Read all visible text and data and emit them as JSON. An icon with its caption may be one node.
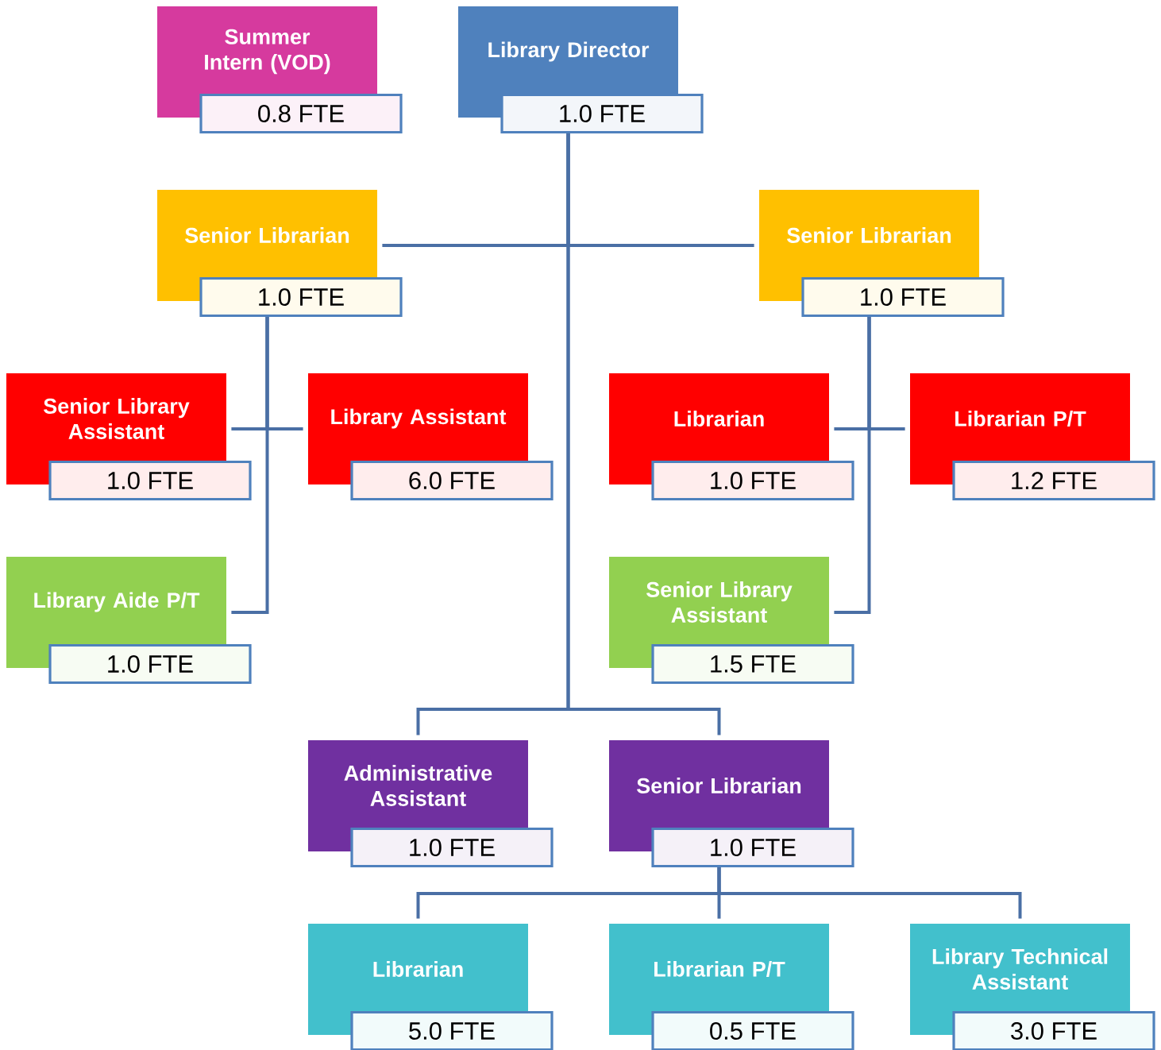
{
  "diagram": {
    "nodes": [
      {
        "text": [
          "Summer Intern (VOD)",
          "0.8 FTE"
        ]
      },
      {
        "text": [
          "Library Director",
          "1.0 FTE"
        ]
      },
      {
        "text": [
          "Senior Librarian",
          "1.0 FTE"
        ]
      },
      {
        "text": [
          "Senior Librarian",
          "1.0 FTE"
        ]
      },
      {
        "text": [
          "Senior Library Assistant",
          "1.0 FTE"
        ]
      },
      {
        "text": [
          "Library Assistant",
          "6.0 FTE"
        ]
      },
      {
        "text": [
          "Librarian",
          "1.0 FTE"
        ]
      },
      {
        "text": [
          "Librarian P/T",
          "1.2 FTE"
        ]
      },
      {
        "text": [
          "Library Aide P/T",
          "1.0 FTE"
        ]
      },
      {
        "text": [
          "Senior Library Assistant",
          "1.5 FTE"
        ]
      },
      {
        "text": [
          "Administrative Assistant",
          "1.0 FTE"
        ]
      },
      {
        "text": [
          "Senior Librarian",
          "1.0 FTE"
        ]
      },
      {
        "text": [
          "Librarian",
          "5.0 FTE"
        ]
      },
      {
        "text": [
          "Librarian P/T",
          "0.5 FTE"
        ]
      },
      {
        "text": [
          "Library Technical Assistant",
          "3.0 FTE"
        ]
      }
    ],
    "edges": [
      {
        "from": 1,
        "to": 2,
        "arrow": "none"
      },
      {
        "from": 1,
        "to": 3,
        "arrow": "none"
      },
      {
        "from": 1,
        "to": 10,
        "arrow": "none"
      },
      {
        "from": 1,
        "to": 11,
        "arrow": "none"
      },
      {
        "from": 2,
        "to": 4,
        "arrow": "none"
      },
      {
        "from": 2,
        "to": 5,
        "arrow": "none"
      },
      {
        "from": 2,
        "to": 8,
        "arrow": "none"
      },
      {
        "from": 3,
        "to": 6,
        "arrow": "none"
      },
      {
        "from": 3,
        "to": 7,
        "arrow": "none"
      },
      {
        "from": 3,
        "to": 9,
        "arrow": "none"
      },
      {
        "from": 11,
        "to": 12,
        "arrow": "none"
      },
      {
        "from": 11,
        "to": 13,
        "arrow": "none"
      },
      {
        "from": 11,
        "to": 14,
        "arrow": "none"
      }
    ]
  }
}
